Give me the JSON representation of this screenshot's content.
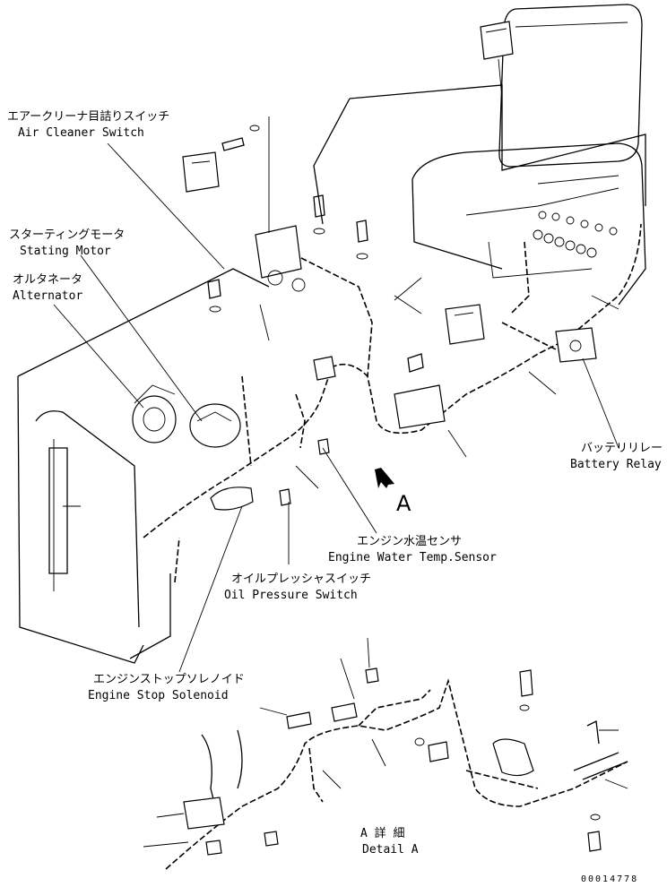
{
  "labels": {
    "air_cleaner_jp": "エアークリーナ目詰りスイッチ",
    "air_cleaner_en": "Air Cleaner Switch",
    "starting_motor_jp": "スターティングモータ",
    "starting_motor_en": "Stating Motor",
    "alternator_jp": "オルタネータ",
    "alternator_en": "Alternator",
    "battery_relay_jp": "バッテリリレー",
    "battery_relay_en": "Battery Relay",
    "view_marker": "A",
    "water_temp_jp": "エンジン水温センサ",
    "water_temp_en": "Engine Water Temp.Sensor",
    "oil_pressure_jp": "オイルプレッシャスイッチ",
    "oil_pressure_en": "Oil Pressure Switch",
    "stop_solenoid_jp": "エンジンストップソレノイド",
    "stop_solenoid_en": "Engine Stop Solenoid",
    "detail_jp": "A 詳 細",
    "detail_en": "Detail A",
    "drawing_number": "00014778"
  }
}
